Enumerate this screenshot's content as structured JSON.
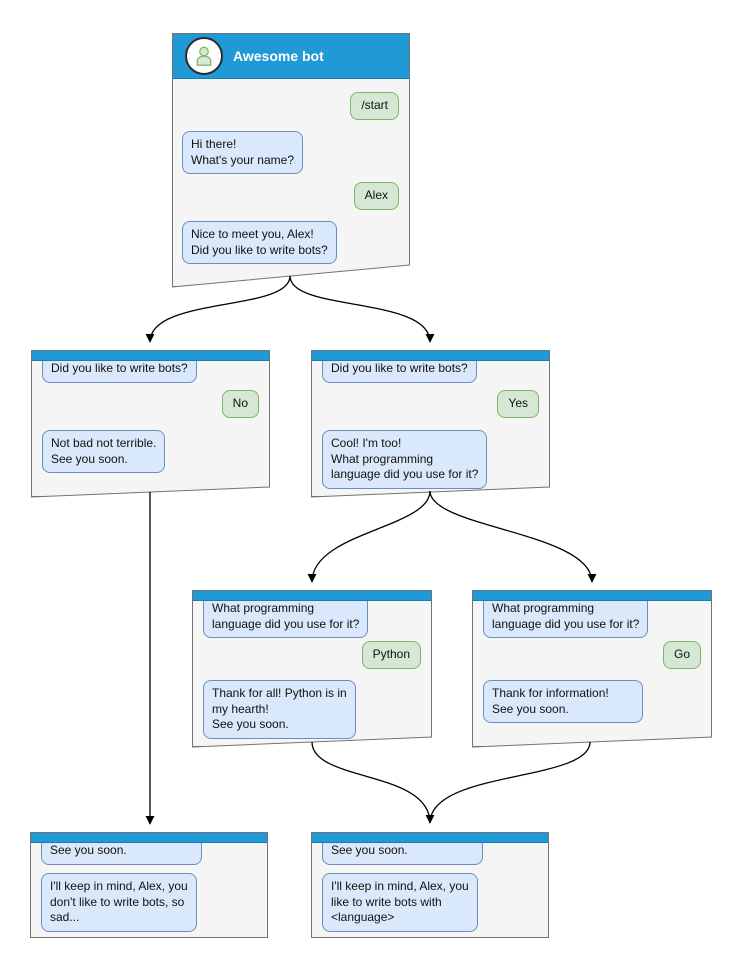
{
  "windows": {
    "root": {
      "title": "Awesome bot",
      "bubbles": [
        {
          "side": "user",
          "text": "/start"
        },
        {
          "side": "bot",
          "text": "Hi there!\nWhat's your name?"
        },
        {
          "side": "user",
          "text": "Alex"
        },
        {
          "side": "bot",
          "text": "Nice to meet you, Alex!\nDid you like to write bots?"
        }
      ]
    },
    "no_branch": {
      "bubbles": [
        {
          "side": "bot",
          "text": "Did you like to write bots?"
        },
        {
          "side": "user",
          "text": "No"
        },
        {
          "side": "bot",
          "text": "Not bad not terrible.\nSee you soon."
        }
      ]
    },
    "yes_branch": {
      "bubbles": [
        {
          "side": "bot",
          "text": "Did you like to write bots?"
        },
        {
          "side": "user",
          "text": "Yes"
        },
        {
          "side": "bot",
          "text": "Cool! I'm too!\nWhat programming\nlanguage did you use for it?"
        }
      ]
    },
    "python_branch": {
      "bubbles": [
        {
          "side": "bot",
          "text": "What programming\nlanguage did you use for it?"
        },
        {
          "side": "user",
          "text": "Python"
        },
        {
          "side": "bot",
          "text": "Thank for all! Python is in\nmy hearth!\nSee you soon."
        }
      ]
    },
    "go_branch": {
      "bubbles": [
        {
          "side": "bot",
          "text": "What programming\nlanguage did you use for it?"
        },
        {
          "side": "user",
          "text": "Go"
        },
        {
          "side": "bot",
          "text": "Thank for information!\nSee you soon."
        }
      ]
    },
    "end_no": {
      "bubbles": [
        {
          "side": "bot",
          "text": "See you soon."
        },
        {
          "side": "bot",
          "text": "I'll keep in mind, Alex, you\ndon't like to write bots, so\nsad..."
        }
      ]
    },
    "end_yes": {
      "bubbles": [
        {
          "side": "bot",
          "text": "See you soon."
        },
        {
          "side": "bot",
          "text": "I'll keep in mind, Alex, you\nlike to write bots with\n<language>"
        }
      ]
    }
  },
  "colors": {
    "titlebar_blue": "#1f9ad6",
    "window_fill": "#f5f5f5",
    "window_border": "#737373",
    "bot_fill": "#dae8fc",
    "bot_border": "#6c8ebf",
    "user_fill": "#d5e8d4",
    "user_border": "#82b366",
    "title_text": "#ffffff",
    "connector": "#000000"
  }
}
